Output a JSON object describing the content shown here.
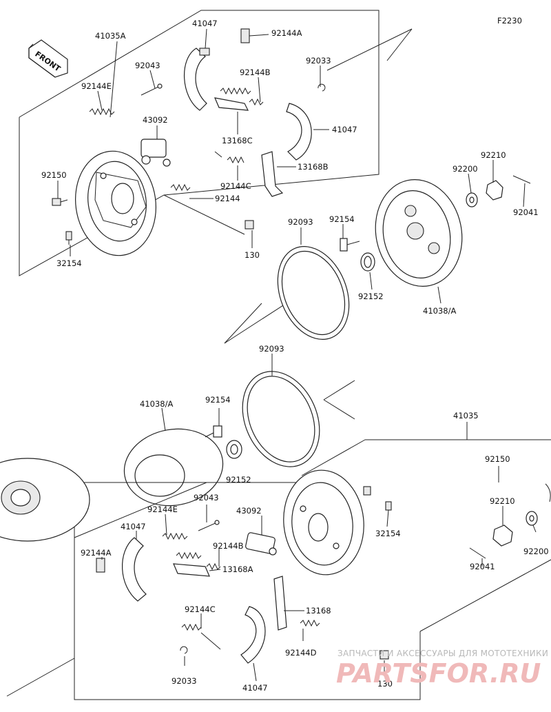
{
  "figure_code": "F2230",
  "front_label": "FRONT",
  "labels": {
    "a_41035A": "41035A",
    "a_41047": "41047",
    "a_92144A": "92144A",
    "a_92043": "92043",
    "a_92144E": "92144E",
    "a_92144B": "92144B",
    "a_92033": "92033",
    "a_43092": "43092",
    "a_13168C": "13168C",
    "a_41047b": "41047",
    "a_13168B": "13168B",
    "a_92150": "92150",
    "a_92144C": "92144C",
    "a_92144": "92144",
    "a_92210": "92210",
    "a_92200": "92200",
    "a_92041": "92041",
    "a_32154": "32154",
    "a_130": "130",
    "a_92093": "92093",
    "a_92154": "92154",
    "a_92152": "92152",
    "a_41038A": "41038/A",
    "b_92093": "92093",
    "b_41038A": "41038/A",
    "b_92154": "92154",
    "b_41035": "41035",
    "b_92152": "92152",
    "b_92150": "92150",
    "b_92043": "92043",
    "b_92144E": "92144E",
    "b_43092": "43092",
    "b_41047": "41047",
    "b_32154": "32154",
    "b_92210": "92210",
    "b_92144A": "92144A",
    "b_92144B": "92144B",
    "b_92200": "92200",
    "b_13168A": "13168A",
    "b_92041": "92041",
    "b_92144C": "92144C",
    "b_13168": "13168",
    "b_92144D": "92144D",
    "b_92033": "92033",
    "b_41047b": "41047",
    "b_130": "130"
  },
  "watermark": {
    "tagline": "ЗАПЧАСТИ И АКСЕССУАРЫ ДЛЯ МОТОТЕХНИКИ",
    "brand": "PARTSFOR.RU"
  }
}
